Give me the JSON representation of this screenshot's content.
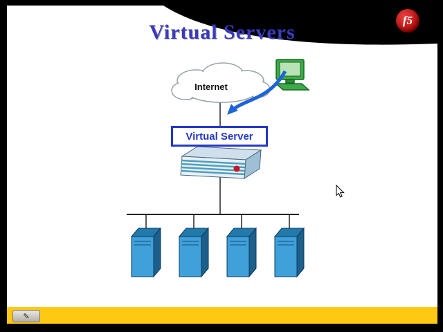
{
  "slide": {
    "title": "Virtual Servers",
    "logo_text": "f5"
  },
  "diagram": {
    "internet_label": "Internet",
    "virtual_server_label": "Virtual Server",
    "server_count": 4
  },
  "toolbar": {
    "pen_icon": "✎"
  },
  "colors": {
    "title_blue": "#3A3ABF",
    "virtual_server_border": "#2438C8",
    "arrow_blue": "#1C64D8",
    "server_blue": "#3FA0DA",
    "bottom_bar_yellow": "#FFC913",
    "logo_red": "#C81E1E"
  }
}
